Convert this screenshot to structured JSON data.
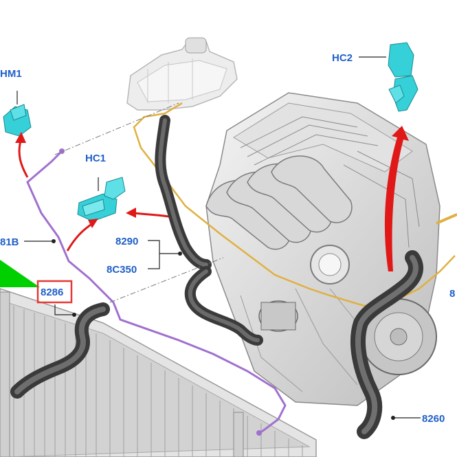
{
  "labels": {
    "hm1": "HM1",
    "hc1": "HC1",
    "hc2": "HC2",
    "l81b": "81B",
    "l8290": "8290",
    "l8c350": "8C350",
    "l8286": "8286",
    "l8260": "8260",
    "l8_edge": "8"
  },
  "colors": {
    "label_text": "#1f5fc8",
    "highlight_box": "#e53935",
    "pointer_triangle": "#00d000",
    "direction_arrow": "#e01818",
    "connector_part": "#35d0d8",
    "purple_line": "#a070d0",
    "yellow_line": "#e0b040",
    "hose": "#4a4a4a"
  },
  "icons": [
    "connector-hm1-icon",
    "connector-hc1-icon",
    "connector-hc2-icon",
    "coolant-reservoir-icon",
    "engine-block-icon",
    "radiator-icon"
  ]
}
